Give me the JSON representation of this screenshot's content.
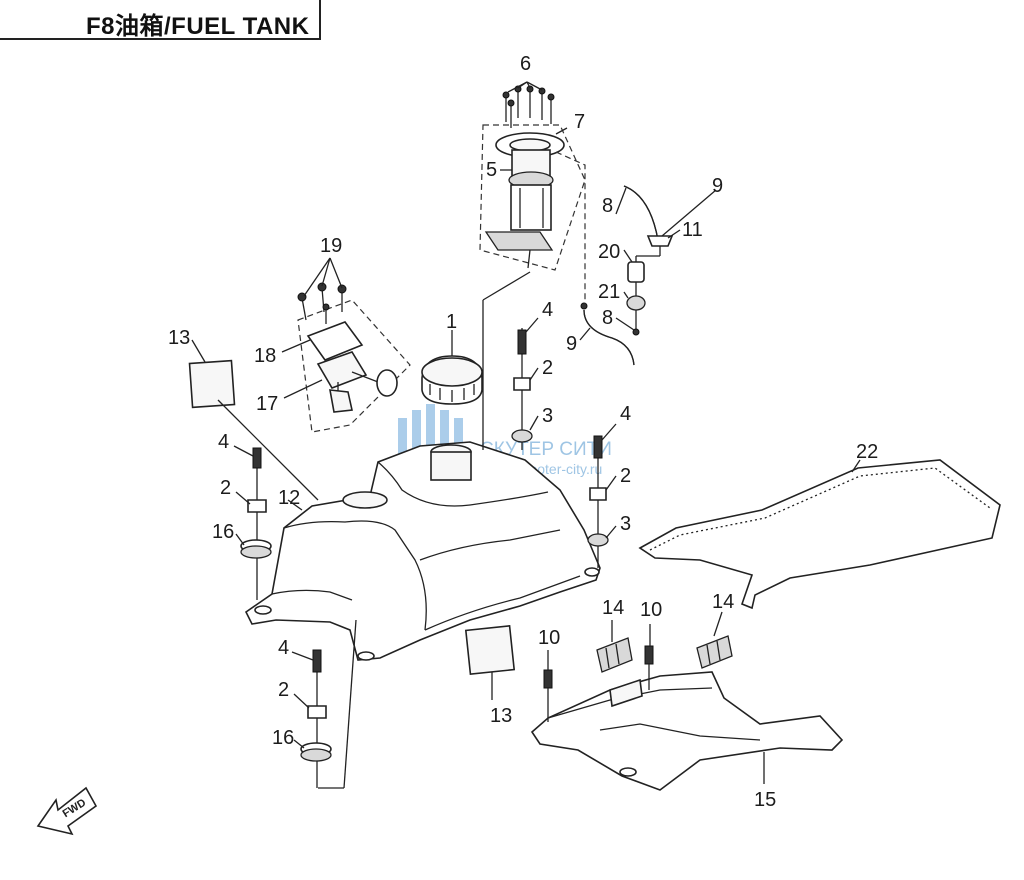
{
  "header": {
    "title": "F8油箱/FUEL TANK"
  },
  "watermark": {
    "name": "СКУТЕР СИТИ",
    "url": "www.scooter-city.ru"
  },
  "front_arrow": {
    "label": "FWD"
  },
  "callouts": {
    "c1": "1",
    "c2a": "2",
    "c2b": "2",
    "c2c": "2",
    "c2d": "2",
    "c3a": "3",
    "c3b": "3",
    "c4a": "4",
    "c4b": "4",
    "c4c": "4",
    "c4d": "4",
    "c5": "5",
    "c6": "6",
    "c7": "7",
    "c8a": "8",
    "c8b": "8",
    "c9a": "9",
    "c9b": "9",
    "c10a": "10",
    "c10b": "10",
    "c11": "11",
    "c12": "12",
    "c13a": "13",
    "c13b": "13",
    "c14a": "14",
    "c14b": "14",
    "c15": "15",
    "c16a": "16",
    "c16b": "16",
    "c17": "17",
    "c18": "18",
    "c19": "19",
    "c20": "20",
    "c21": "21",
    "c22": "22"
  }
}
